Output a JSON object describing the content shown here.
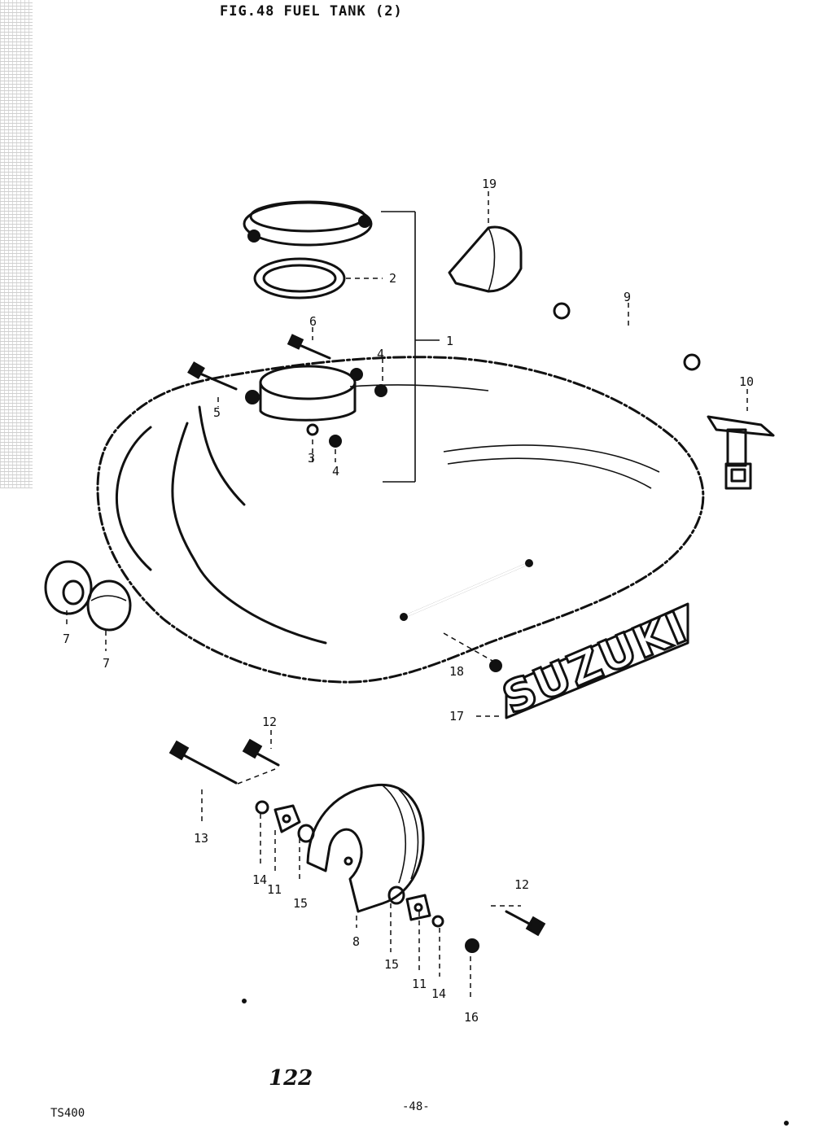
{
  "header": {
    "title": "FIG.48  FUEL TANK (2)"
  },
  "footer": {
    "page_number": "122",
    "page_code": "-48-",
    "model": "TS400"
  },
  "emblem": {
    "text": "SUZUKI"
  },
  "callouts": [
    {
      "id": "c1",
      "text": "1"
    },
    {
      "id": "c2",
      "text": "2"
    },
    {
      "id": "c3",
      "text": "3"
    },
    {
      "id": "c4a",
      "text": "4"
    },
    {
      "id": "c4b",
      "text": "4"
    },
    {
      "id": "c5",
      "text": "5"
    },
    {
      "id": "c6",
      "text": "6"
    },
    {
      "id": "c7a",
      "text": "7"
    },
    {
      "id": "c7b",
      "text": "7"
    },
    {
      "id": "c8",
      "text": "8"
    },
    {
      "id": "c9",
      "text": "9"
    },
    {
      "id": "c10",
      "text": "10"
    },
    {
      "id": "c11a",
      "text": "11"
    },
    {
      "id": "c11b",
      "text": "11"
    },
    {
      "id": "c12a",
      "text": "12"
    },
    {
      "id": "c12b",
      "text": "12"
    },
    {
      "id": "c13",
      "text": "13"
    },
    {
      "id": "c14a",
      "text": "14"
    },
    {
      "id": "c14b",
      "text": "14"
    },
    {
      "id": "c15a",
      "text": "15"
    },
    {
      "id": "c15b",
      "text": "15"
    },
    {
      "id": "c16",
      "text": "16"
    },
    {
      "id": "c17",
      "text": "17"
    },
    {
      "id": "c18",
      "text": "18"
    },
    {
      "id": "c19",
      "text": "19"
    }
  ]
}
